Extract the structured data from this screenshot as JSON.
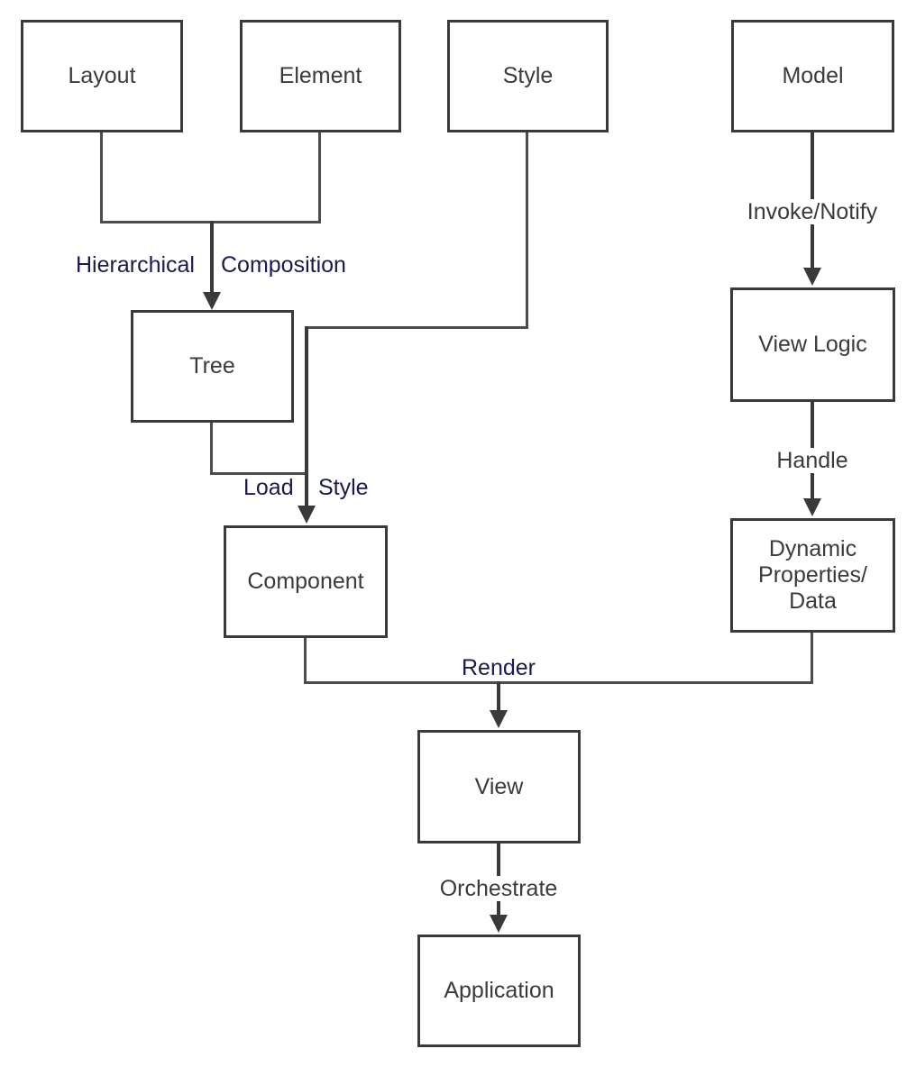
{
  "diagram": {
    "nodes": {
      "layout": {
        "label": "Layout"
      },
      "element": {
        "label": "Element"
      },
      "style": {
        "label": "Style"
      },
      "model": {
        "label": "Model"
      },
      "tree": {
        "label": "Tree"
      },
      "view_logic": {
        "label": "View Logic"
      },
      "component": {
        "label": "Component"
      },
      "dynamic_properties": {
        "lines": [
          "Dynamic",
          "Properties/",
          "Data"
        ]
      },
      "view": {
        "label": "View"
      },
      "application": {
        "label": "Application"
      }
    },
    "edge_labels": {
      "hierarchical": "Hierarchical",
      "composition": "Composition",
      "invoke_notify": "Invoke/Notify",
      "load": "Load",
      "style": "Style",
      "handle": "Handle",
      "render": "Render",
      "orchestrate": "Orchestrate"
    },
    "colors": {
      "background": "#ffffff",
      "box_border": "#3a3a3a",
      "box_text": "#3a3a3a",
      "connector_line": "#4d4d4d",
      "arrow": "#3a3a3a",
      "blue_edge_label": "#1a1a4f",
      "gray_edge_label": "#3a3a3a"
    }
  }
}
